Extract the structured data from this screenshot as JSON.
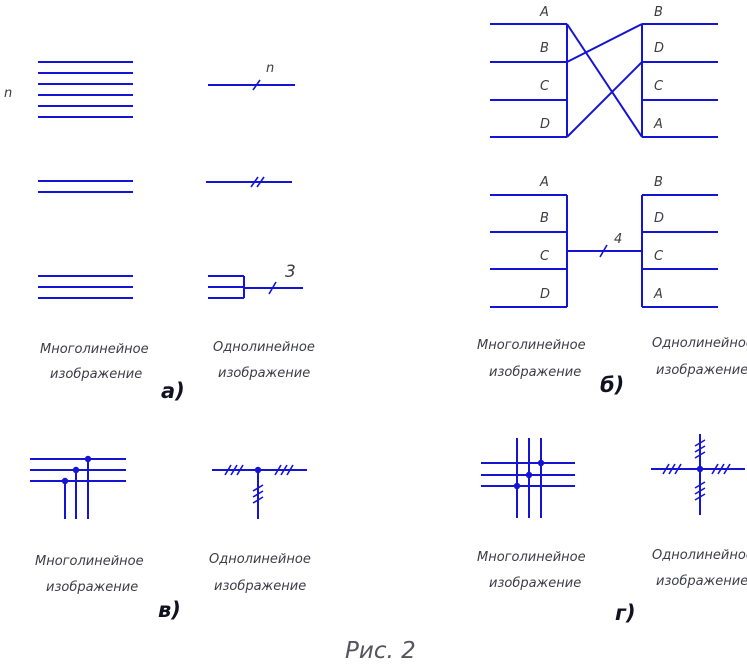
{
  "captions": {
    "multiline": [
      "Многолинейное",
      "изображение"
    ],
    "singleline": [
      "Однолинейное",
      "изображение"
    ]
  },
  "panel_a": {
    "label": "а)",
    "count_left": "n",
    "count_right": "n",
    "count_bottom": "3"
  },
  "panel_b": {
    "label": "б)",
    "left_letters": [
      "A",
      "B",
      "C",
      "D"
    ],
    "right_letters": [
      "B",
      "D",
      "C",
      "A"
    ],
    "count": "4"
  },
  "panel_v": {
    "label": "в)"
  },
  "panel_g": {
    "label": "г)"
  },
  "figure_caption": "Рис. 2",
  "colors": {
    "line": "#1414d4",
    "text": "#3c3c46"
  }
}
